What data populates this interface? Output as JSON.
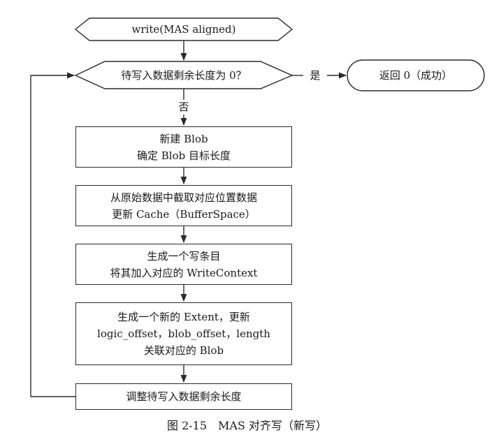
{
  "diagram": {
    "start_label": "write(MAS aligned)",
    "decision_label": "待写入数据剩余长度为 0？",
    "yes_label": "是",
    "no_label": "否",
    "end_label": "返回 0（成功）",
    "steps": [
      {
        "lines": [
          "新建 Blob",
          "确定 Blob 目标长度"
        ]
      },
      {
        "lines": [
          "从原始数据中截取对应位置数据",
          "更新 Cache（BufferSpace）"
        ]
      },
      {
        "lines": [
          "生成一个写条目",
          "将其加入对应的 WriteContext"
        ]
      },
      {
        "lines": [
          "生成一个新的 Extent，更新",
          "logic_offset，blob_offset，length",
          "关联对应的 Blob"
        ]
      },
      {
        "lines": [
          "调整待写入数据剩余长度"
        ]
      }
    ]
  },
  "caption": "图 2-15　MAS 对齐写（新写）"
}
